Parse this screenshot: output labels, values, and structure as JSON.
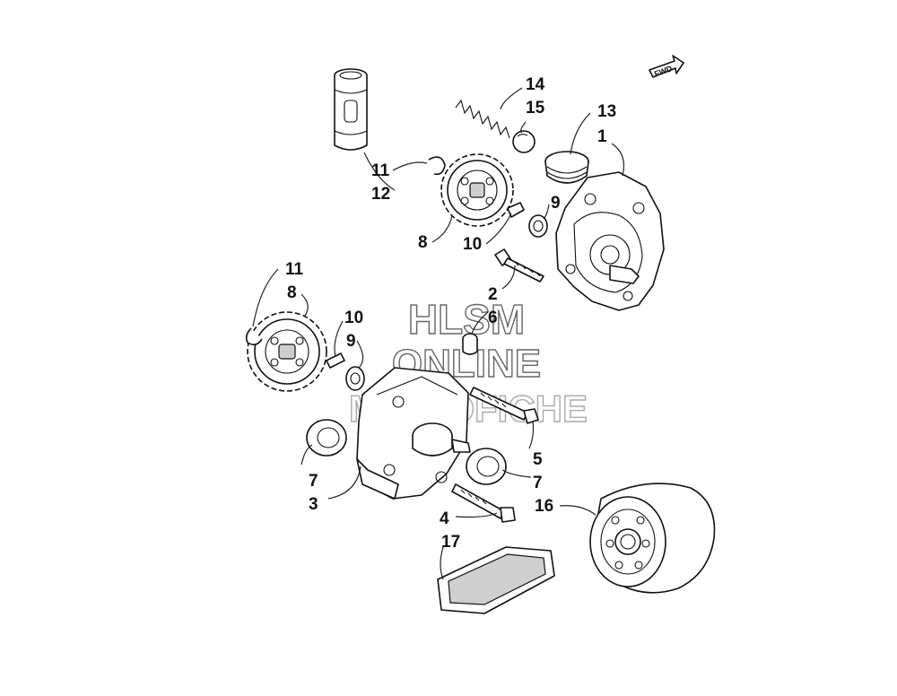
{
  "callouts": {
    "c1": "1",
    "c2": "2",
    "c3": "3",
    "c4": "4",
    "c5": "5",
    "c6": "6",
    "c7a": "7",
    "c7b": "7",
    "c8a": "8",
    "c8b": "8",
    "c9a": "9",
    "c9b": "9",
    "c10a": "10",
    "c10b": "10",
    "c11a": "11",
    "c11b": "11",
    "c12": "12",
    "c13": "13",
    "c14": "14",
    "c15": "15",
    "c16": "16",
    "c17": "17"
  },
  "watermark": {
    "line1": "HLSM",
    "line2": "ONLINE",
    "line3": "MICROFICHE"
  },
  "direction_arrow": {
    "label": "FWD"
  }
}
